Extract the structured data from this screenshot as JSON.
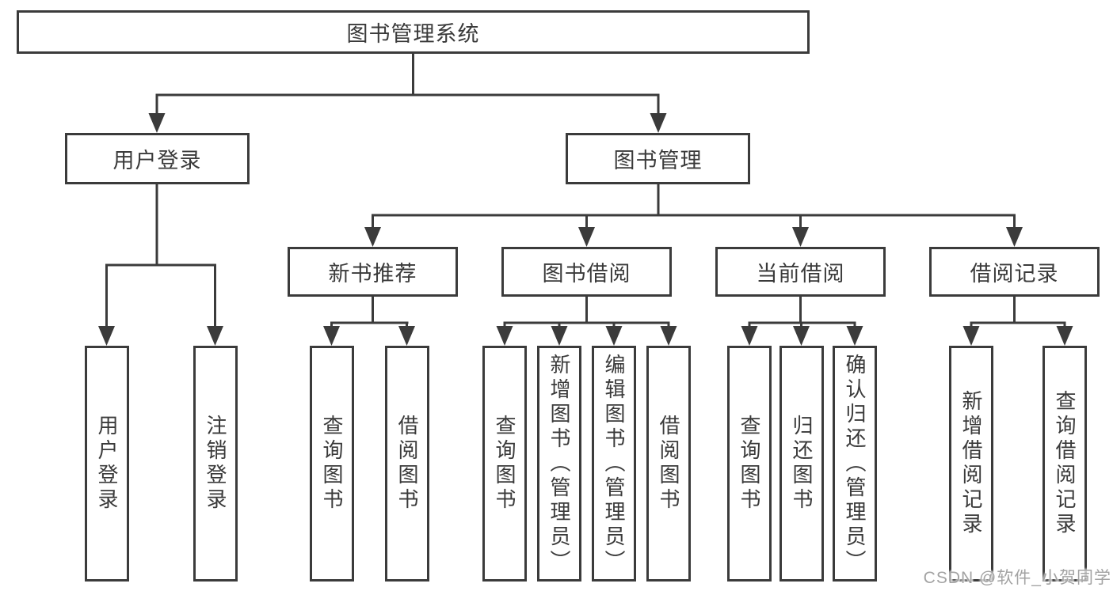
{
  "diagram_type": "hierarchy-tree",
  "tree": {
    "label": "图书管理系统",
    "children": [
      {
        "label": "用户登录",
        "children": [
          {
            "label": "用户登录"
          },
          {
            "label": "注销登录"
          }
        ]
      },
      {
        "label": "图书管理",
        "children": [
          {
            "label": "新书推荐",
            "children": [
              {
                "label": "查询图书"
              },
              {
                "label": "借阅图书"
              }
            ]
          },
          {
            "label": "图书借阅",
            "children": [
              {
                "label": "查询图书"
              },
              {
                "label": "新增图书（管理员）"
              },
              {
                "label": "编辑图书（管理员）"
              },
              {
                "label": "借阅图书"
              }
            ]
          },
          {
            "label": "当前借阅",
            "children": [
              {
                "label": "查询图书"
              },
              {
                "label": "归还图书"
              },
              {
                "label": "确认归还（管理员）"
              }
            ]
          },
          {
            "label": "借阅记录",
            "children": [
              {
                "label": "新增借阅记录"
              },
              {
                "label": "查询借阅记录"
              }
            ]
          }
        ]
      }
    ]
  },
  "watermark": "CSDN @软件_小贺同学",
  "colors": {
    "line": "#3b3b3b",
    "box_border": "#3b3b3b",
    "text": "#3a3a3a",
    "watermark_text": "#a3a3a3",
    "background": "#ffffff"
  }
}
